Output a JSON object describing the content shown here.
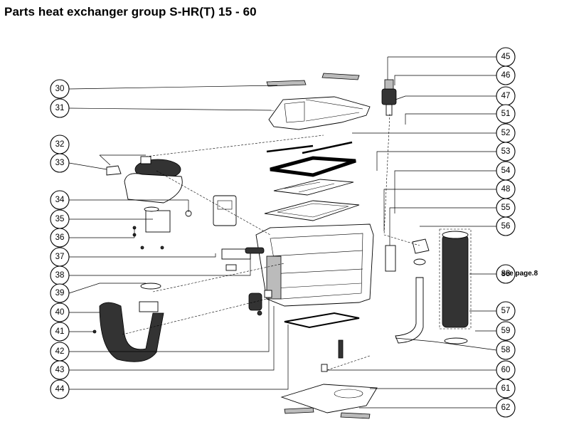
{
  "title": "Parts heat exchanger group S-HR(T) 15 - 60",
  "note": "see page.8",
  "callouts": [
    "30",
    "31",
    "32",
    "33",
    "34",
    "35",
    "36",
    "37",
    "38",
    "39",
    "40",
    "41",
    "42",
    "43",
    "44",
    "45",
    "46",
    "47",
    "51",
    "52",
    "53",
    "54",
    "48",
    "55",
    "56",
    "83",
    "57",
    "59",
    "58",
    "60",
    "61",
    "62"
  ]
}
